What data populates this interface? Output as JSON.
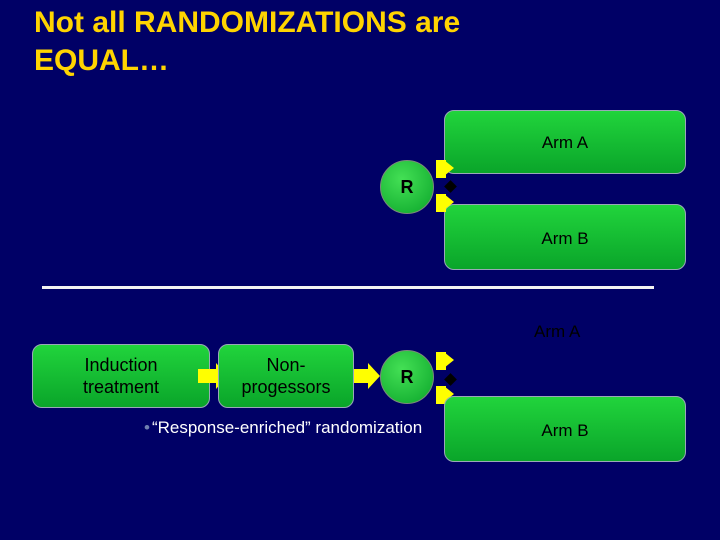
{
  "title": {
    "line1": "Not all RANDOMIZATIONS are",
    "line2": "EQUAL…"
  },
  "top": {
    "arm_a": "Arm A",
    "arm_b": "Arm B",
    "randomize": "R"
  },
  "bottom": {
    "arm_a": "Arm A",
    "arm_b": "Arm B",
    "randomize": "R",
    "induction": [
      "Induction",
      "treatment"
    ],
    "nonprogressors": [
      "Non-",
      "progessors"
    ],
    "caption": "“Response-enriched” randomization",
    "bullet": "•"
  },
  "colors": {
    "background": "#000066",
    "title": "#ffd400",
    "box": "#11bb33",
    "connector": "#ffff00"
  }
}
